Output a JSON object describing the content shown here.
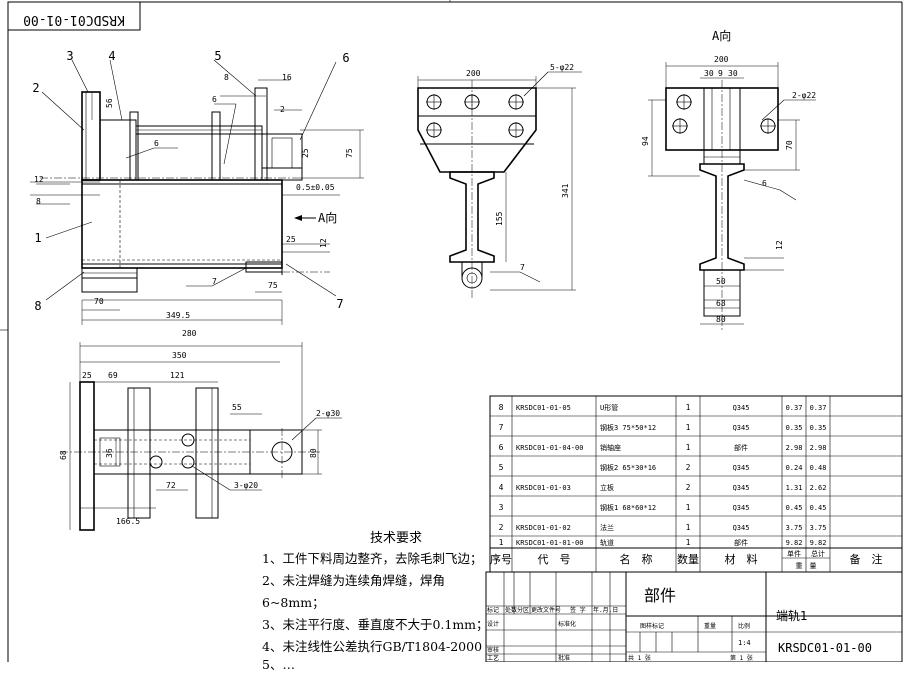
{
  "drawing_code_stamp": "KRSDC01-01-00",
  "balloons": [
    "1",
    "2",
    "3",
    "4",
    "5",
    "6",
    "7",
    "8"
  ],
  "view_labels": {
    "view_a": "A向",
    "arrow_a": "A向"
  },
  "front_view_dims": {
    "d56": "56",
    "d8": "8",
    "d16": "16",
    "d2": "2",
    "d25": "25",
    "d75": "75",
    "d12_top": "12",
    "d8_left": "8",
    "tol": "0.5±0.05",
    "d25b": "25",
    "d12": "12",
    "d70": "70",
    "d75b": "75",
    "d349": "349.5",
    "d280": "280"
  },
  "weld_symbols": [
    "6",
    "6",
    "6",
    "7",
    "7"
  ],
  "side_view_dims": {
    "d200": "200",
    "holes": "5-φ22",
    "d341": "341",
    "d155": "155"
  },
  "end_view_dims": {
    "d200": "200",
    "d30": "30",
    "d9": "9",
    "d30b": "30",
    "holes": "2-φ22",
    "d94": "94",
    "d70": "70",
    "d12": "12",
    "d50": "50",
    "d68": "68",
    "d80": "80"
  },
  "plan_view_dims": {
    "d350": "350",
    "d25": "25",
    "d69": "69",
    "d121": "121",
    "d55": "55",
    "holes2": "2-φ30",
    "d68": "68",
    "d36": "36",
    "d72": "72",
    "d80": "80",
    "holes3": "3-φ20",
    "d166": "166.5"
  },
  "tech_req": {
    "title": "技术要求",
    "lines": [
      "1、工件下料周边整齐，去除毛刺飞边；",
      "2、未注焊缝为连续角焊缝，焊角",
      "6~8mm；",
      "3、未注平行度、垂直度不大于0.1mm；",
      "4、未注线性公差执行GB/T1804-2000",
      "5、…"
    ]
  },
  "bom": {
    "rows": [
      {
        "no": "8",
        "code": "KRSDC01-01-05",
        "name": "U形管",
        "qty": "1",
        "mat": "Q345",
        "w1": "0.37",
        "w2": "0.37"
      },
      {
        "no": "7",
        "code": "",
        "name": "钢板3 75*50*12",
        "qty": "1",
        "mat": "Q345",
        "w1": "0.35",
        "w2": "0.35"
      },
      {
        "no": "6",
        "code": "KRSDC01-01-04-00",
        "name": "销轴座",
        "qty": "1",
        "mat": "部件",
        "w1": "2.98",
        "w2": "2.98"
      },
      {
        "no": "5",
        "code": "",
        "name": "钢板2 65*30*16",
        "qty": "2",
        "mat": "Q345",
        "w1": "0.24",
        "w2": "0.48"
      },
      {
        "no": "4",
        "code": "KRSDC01-01-03",
        "name": "立板",
        "qty": "2",
        "mat": "Q345",
        "w1": "1.31",
        "w2": "2.62"
      },
      {
        "no": "3",
        "code": "",
        "name": "钢板1 68*60*12",
        "qty": "1",
        "mat": "Q345",
        "w1": "0.45",
        "w2": "0.45"
      },
      {
        "no": "2",
        "code": "KRSDC01-01-02",
        "name": "法兰",
        "qty": "1",
        "mat": "Q345",
        "w1": "3.75",
        "w2": "3.75"
      },
      {
        "no": "1",
        "code": "KRSDC01-01-01-00",
        "name": "轨道",
        "qty": "1",
        "mat": "部件",
        "w1": "9.82",
        "w2": "9.82"
      }
    ],
    "header": {
      "no": "序号",
      "code": "代　号",
      "name": "名　称",
      "qty": "数量",
      "mat": "材　料",
      "w1": "单件",
      "w2": "总计",
      "weight": "重　量",
      "remark": "备　注"
    }
  },
  "title_block": {
    "category": "部件",
    "part_name": "端轨1",
    "drawing_no": "KRSDC01-01-00",
    "scale": "1:4",
    "labels": {
      "marks": "标记",
      "count": "处数",
      "zone": "分区",
      "change_doc": "更改文件号",
      "sign": "签 字",
      "date": "年.月.日",
      "design": "设计",
      "standard": "标准化",
      "stage_mark": "图样标记",
      "weight": "重量",
      "scale": "比例",
      "review": "审核",
      "process": "工艺",
      "approve": "批准",
      "total_sheets": "共 1 张",
      "sheet": "第 1 张"
    }
  }
}
